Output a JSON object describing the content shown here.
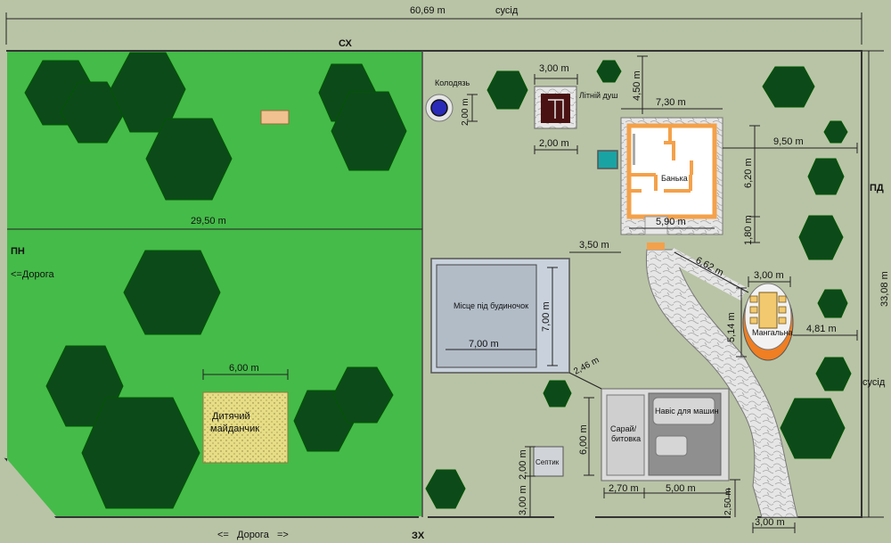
{
  "colors": {
    "background": "#b9c4a6",
    "lawn": "#45bb49",
    "tree": "#0d4a1a",
    "wall": "#f4a14a",
    "sandbox": "#e7df87",
    "sand": "#c7b99a"
  },
  "labels": {
    "total_width": "60,69 m",
    "neighbor_top": "сусід",
    "north": "СХ",
    "south": "ЗХ",
    "west": "ПН",
    "east": "ПД",
    "road_left": "<=Дорога",
    "road_bottom_left": "<=",
    "road_bottom_word": "Дорога",
    "road_bottom_right": "=>",
    "neighbor_right": "сусід",
    "total_height": "33,08 m",
    "lawn_width": "29,50 m",
    "well": "Колодязь",
    "well_h": "2,00 m",
    "shower": "Літній душ",
    "shower_w_top": "3,00 m",
    "shower_w_bottom": "2,00 m",
    "shower_gap": "4,50 m",
    "banya": "Банька",
    "banya_w": "7,30 m",
    "banya_h": "6,20 m",
    "banya_inner": "5,90 m",
    "banya_porch": "1,80 m",
    "banya_right": "9,50 m",
    "house_gap": "3,50 m",
    "house": "Місце під будиночок",
    "house_w": "7,00 m",
    "house_h": "7,00 m",
    "path_len": "6,62 m",
    "grill_w": "3,00 m",
    "grill": "Мангальна",
    "grill_h": "5,14 m",
    "grill_right": "4,81 m",
    "play_w": "6,00 m",
    "play_1": "Дитячий",
    "play_2": "майданчик",
    "garage_gap": "2,46 m",
    "shed_1": "Сарай/",
    "shed_2": "битовка",
    "carport": "Навіс для машин",
    "garage_h": "6,00 m",
    "shed_w": "2,70 m",
    "carport_w": "5,00 m",
    "septic": "Септик",
    "septic_h": "2,00 m",
    "septic_bottom": "3,00 m",
    "gate_h": "2,50 m",
    "gate_w": "3,00 m"
  }
}
